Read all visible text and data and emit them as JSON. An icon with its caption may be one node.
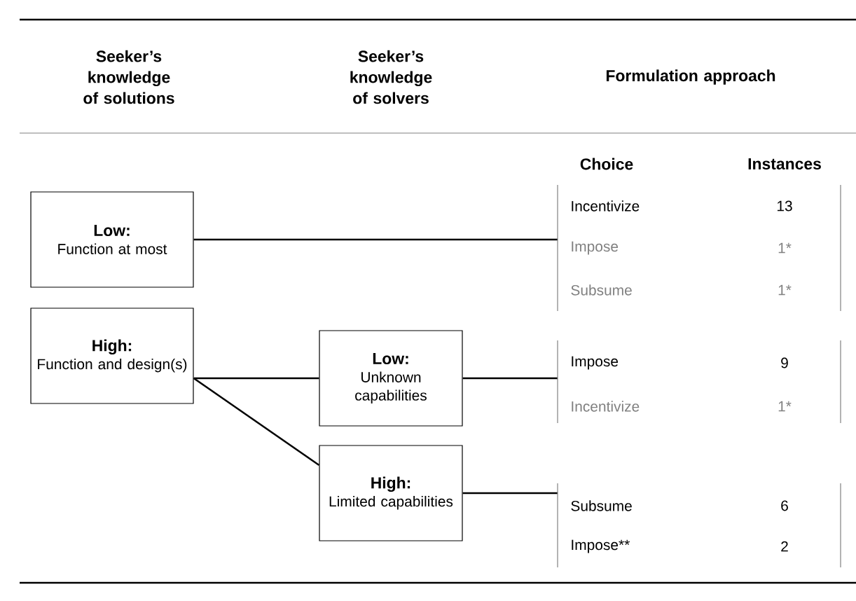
{
  "diagram": {
    "nodes": [
      {
        "text": [
          "Low:",
          "Function at most"
        ]
      },
      {
        "text": [
          "High:",
          "Function and design(s)"
        ]
      },
      {
        "text": [
          "Low:",
          "Unknown capabilities"
        ]
      },
      {
        "text": [
          "High:",
          "Limited capabilities"
        ]
      },
      {
        "text": [
          "Incentivize",
          "13",
          "Impose",
          "1*",
          "Subsume",
          "1*"
        ]
      },
      {
        "text": [
          "Impose",
          "9",
          "Incentivize",
          "1*"
        ]
      },
      {
        "text": [
          "Subsume",
          "6",
          "Impose**",
          "2"
        ]
      }
    ],
    "edges": [
      {
        "from": 0,
        "to": 4,
        "arrow": "none"
      },
      {
        "from": 1,
        "to": 2,
        "arrow": "none"
      },
      {
        "from": 1,
        "to": 3,
        "arrow": "none"
      },
      {
        "from": 2,
        "to": 5,
        "arrow": "none"
      },
      {
        "from": 3,
        "to": 6,
        "arrow": "none"
      }
    ],
    "labels": [
      "Seeker’s knowledge of solutions",
      "Seeker’s knowledge of solvers",
      "Formulation approach",
      "Choice",
      "Instances"
    ]
  }
}
